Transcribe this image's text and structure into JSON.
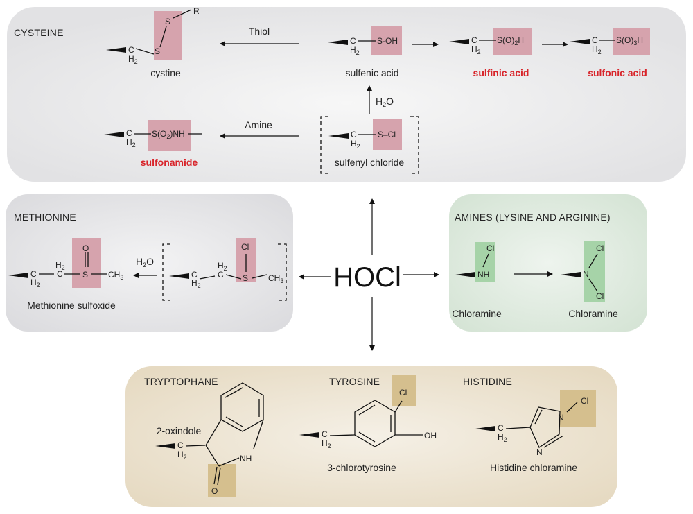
{
  "colors": {
    "pink_highlight": "#d6a3ad",
    "green_highlight": "#a6d3a8",
    "tan_highlight": "#d5bf8e",
    "red_text": "#d8242a",
    "cysteine_panel": "#e9e9ea",
    "methionine_panel": "#e6e6e8",
    "amines_panel": "#dfeadf",
    "aromatic_panel": "#ece3d1"
  },
  "center": {
    "label": "HOCl"
  },
  "sections": {
    "cysteine": {
      "title": "CYSTEINE",
      "arrow_thiol": "Thiol",
      "arrow_amine": "Amine",
      "arrow_water": "H",
      "arrow_water_sub": "2",
      "arrow_water_tail": "O",
      "cystine": {
        "name": "cystine",
        "atom_s": "S",
        "atom_r": "R"
      },
      "sulfenic": {
        "name": "sulfenic acid",
        "group": "S-OH"
      },
      "sulfinic": {
        "name": "sulfinic acid",
        "group_a": "S(O)",
        "group_sub": "2",
        "group_b": "H"
      },
      "sulfonic": {
        "name": "sulfonic acid",
        "group_a": "S(O)",
        "group_sub": "3",
        "group_b": "H"
      },
      "sulfonamide": {
        "name": "sulfonamide",
        "group_a": "S(O",
        "group_sub": "2",
        "group_b": ")NH"
      },
      "sulfenyl": {
        "name": "sulfenyl chloride",
        "group": "S–Cl"
      },
      "ch2_c": "C",
      "ch2_h": "H",
      "ch2_sub": "2"
    },
    "methionine": {
      "title": "METHIONINE",
      "product": "Methionine sulfoxide",
      "arrow_water": "H",
      "arrow_water_sub": "2",
      "arrow_water_tail": "O",
      "atom_o": "O",
      "atom_s": "S",
      "atom_cl": "Cl",
      "atom_c": "C",
      "atom_h": "H",
      "atom_sub": "2",
      "ch3": "CH",
      "ch3_sub": "3"
    },
    "amines": {
      "title": "AMINES (LYSINE AND ARGININE)",
      "product_1": "Chloramine",
      "product_2": "Chloramine",
      "atom_nh": "NH",
      "atom_n": "N",
      "atom_cl": "Cl"
    },
    "tryptophane": {
      "title": "TRYPTOPHANE",
      "product": "2-oxindole",
      "atom_nh": "NH",
      "atom_o": "O",
      "atom_c": "C",
      "atom_h": "H",
      "atom_sub": "2"
    },
    "tyrosine": {
      "title": "TYROSINE",
      "product": "3-chlorotyrosine",
      "atom_cl": "Cl",
      "atom_oh": "OH",
      "atom_c": "C",
      "atom_h": "H",
      "atom_sub": "2"
    },
    "histidine": {
      "title": "HISTIDINE",
      "product": "Histidine chloramine",
      "atom_n1": "N",
      "atom_n2": "N",
      "atom_cl": "Cl",
      "atom_c": "C",
      "atom_h": "H",
      "atom_sub": "2"
    }
  }
}
